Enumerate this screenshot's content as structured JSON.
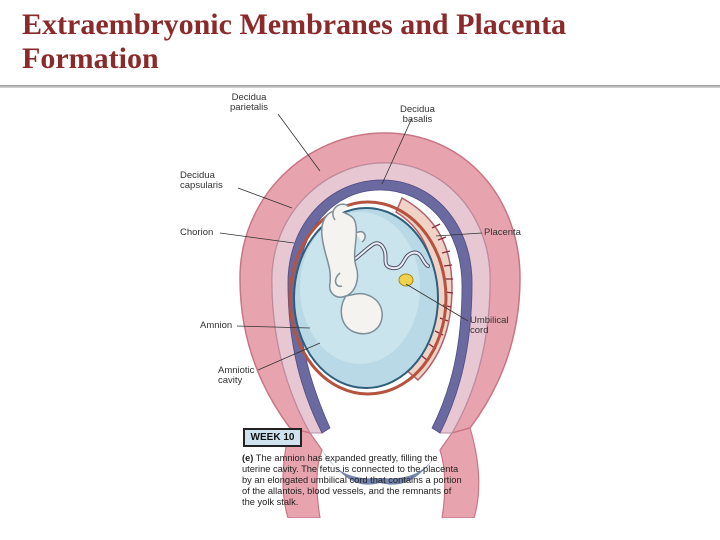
{
  "slide": {
    "title": "Extraembryonic Membranes and Placenta Formation"
  },
  "figure": {
    "labels": {
      "decidua_parietalis": "Decidua parietalis",
      "decidua_basalis": "Decidua basalis",
      "decidua_capsularis": "Decidua capsularis",
      "chorion": "Chorion",
      "placenta": "Placenta",
      "amnion": "Amnion",
      "umbilical_cord": "Umbilical cord",
      "amniotic_cavity": "Amniotic cavity"
    },
    "week": "WEEK 10",
    "caption_marker": "(e)",
    "caption": "The amnion has expanded greatly, filling the uterine cavity. The fetus is connected to the placenta by an elongated umbilical cord that contains a portion of the allantois, blood vessels, and the remnants of the yolk stalk."
  }
}
